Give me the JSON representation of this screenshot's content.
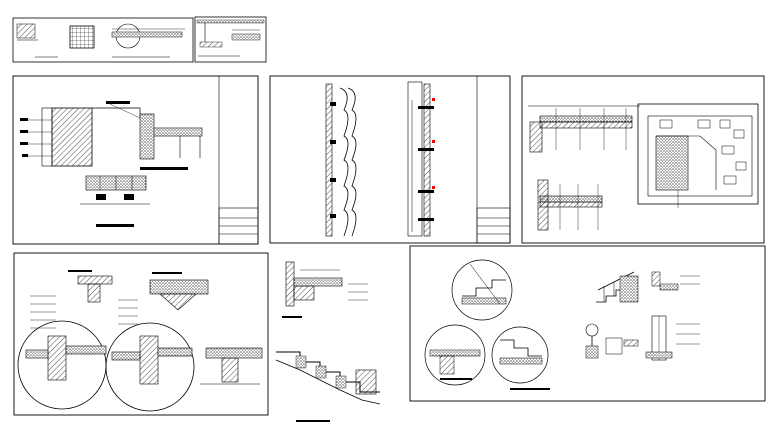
{
  "sheet": {
    "background": "#ffffff",
    "line_color": "#000000",
    "accent_color": "#ff0000"
  },
  "panels": [
    {
      "id": "thumb-a",
      "caption": "",
      "hatch": true
    },
    {
      "id": "thumb-b",
      "caption": "",
      "hatch": true
    },
    {
      "id": "sheet-1",
      "caption": "",
      "hatch": true,
      "callouts": 5
    },
    {
      "id": "sheet-2",
      "caption": "",
      "hatch": true,
      "callouts": 10
    },
    {
      "id": "sheet-3",
      "caption": "",
      "hatch": true,
      "callouts": 12
    },
    {
      "id": "sheet-4",
      "caption": "",
      "hatch": true,
      "callouts": 18
    },
    {
      "id": "sheet-5",
      "caption": "",
      "hatch": true,
      "callouts": 6
    },
    {
      "id": "sheet-6",
      "caption": "",
      "hatch": true,
      "callouts": 14
    }
  ],
  "icons": {
    "detail_bubble": "circle-detail-icon",
    "title_block": "title-block-icon",
    "dimension_mark": "dimension-tick-icon"
  }
}
